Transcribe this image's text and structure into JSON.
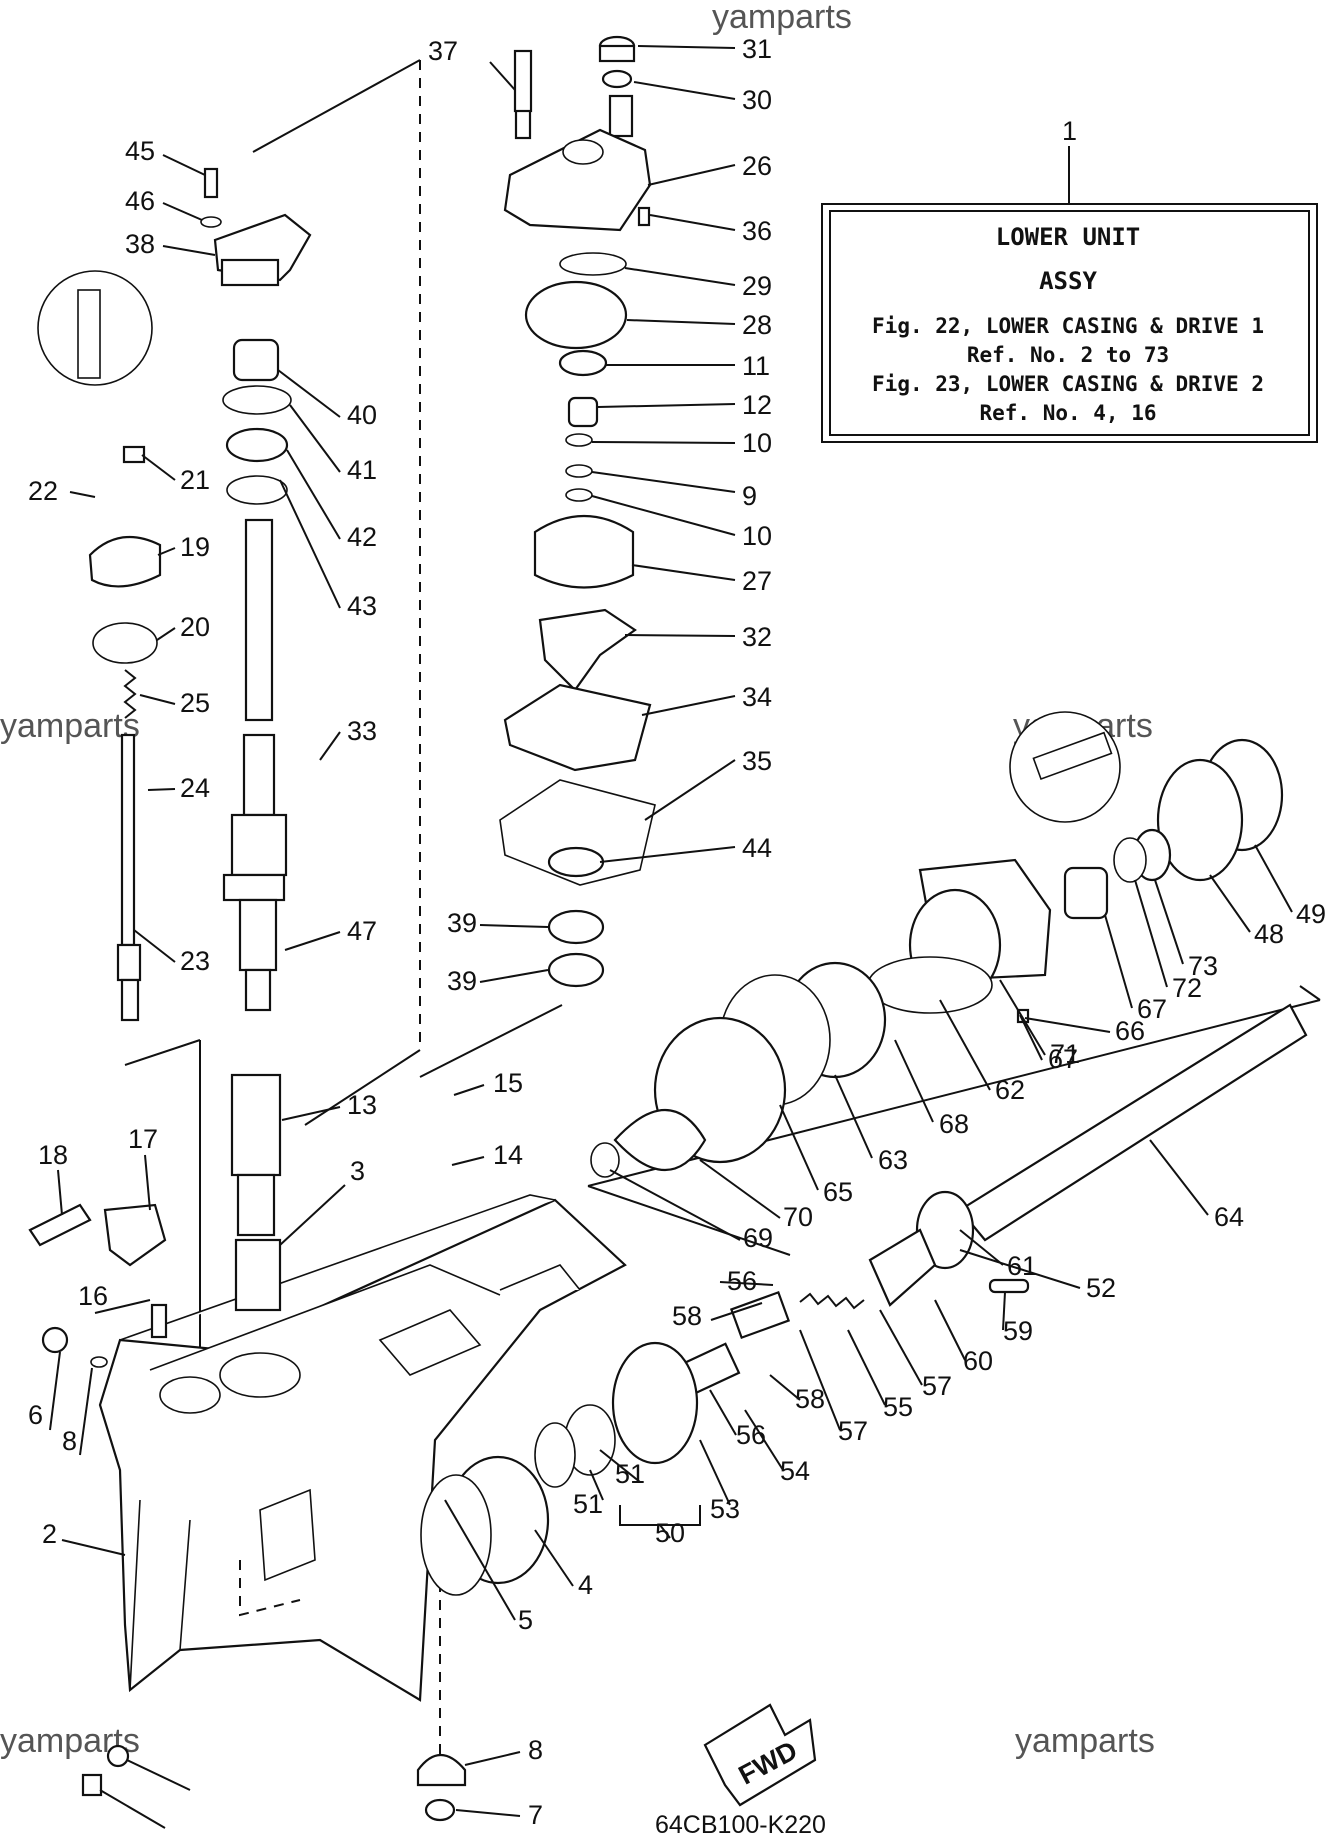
{
  "watermarks": [
    "yamparts",
    "yamparts",
    "yamparts",
    "yamparts",
    "yamparts",
    "yamparts"
  ],
  "assembly_box": {
    "ref": "1",
    "line1": "LOWER  UNIT",
    "line2": "ASSY",
    "line3": "Fig. 22, LOWER CASING & DRIVE 1",
    "line4": "Ref. No. 2 to 73",
    "line5": "Fig. 23, LOWER CASING & DRIVE 2",
    "line6": "Ref. No. 4, 16"
  },
  "fwd_arrow": "FWD",
  "diagram_code": "64CB100-K220",
  "callouts": [
    "37",
    "31",
    "30",
    "26",
    "36",
    "29",
    "28",
    "11",
    "12",
    "10",
    "9",
    "10",
    "27",
    "32",
    "34",
    "35",
    "44",
    "39",
    "39",
    "45",
    "46",
    "38",
    "40",
    "41",
    "42",
    "43",
    "21",
    "22",
    "19",
    "20",
    "25",
    "24",
    "33",
    "23",
    "47",
    "13",
    "15",
    "14",
    "3",
    "18",
    "17",
    "16",
    "6",
    "8",
    "2",
    "5",
    "4",
    "51",
    "51",
    "50",
    "53",
    "54",
    "56",
    "58",
    "56",
    "58",
    "57",
    "55",
    "57",
    "60",
    "59",
    "61",
    "52",
    "64",
    "70",
    "69",
    "65",
    "63",
    "68",
    "62",
    "71",
    "66",
    "67",
    "67",
    "72",
    "73",
    "48",
    "49",
    "8",
    "7"
  ]
}
